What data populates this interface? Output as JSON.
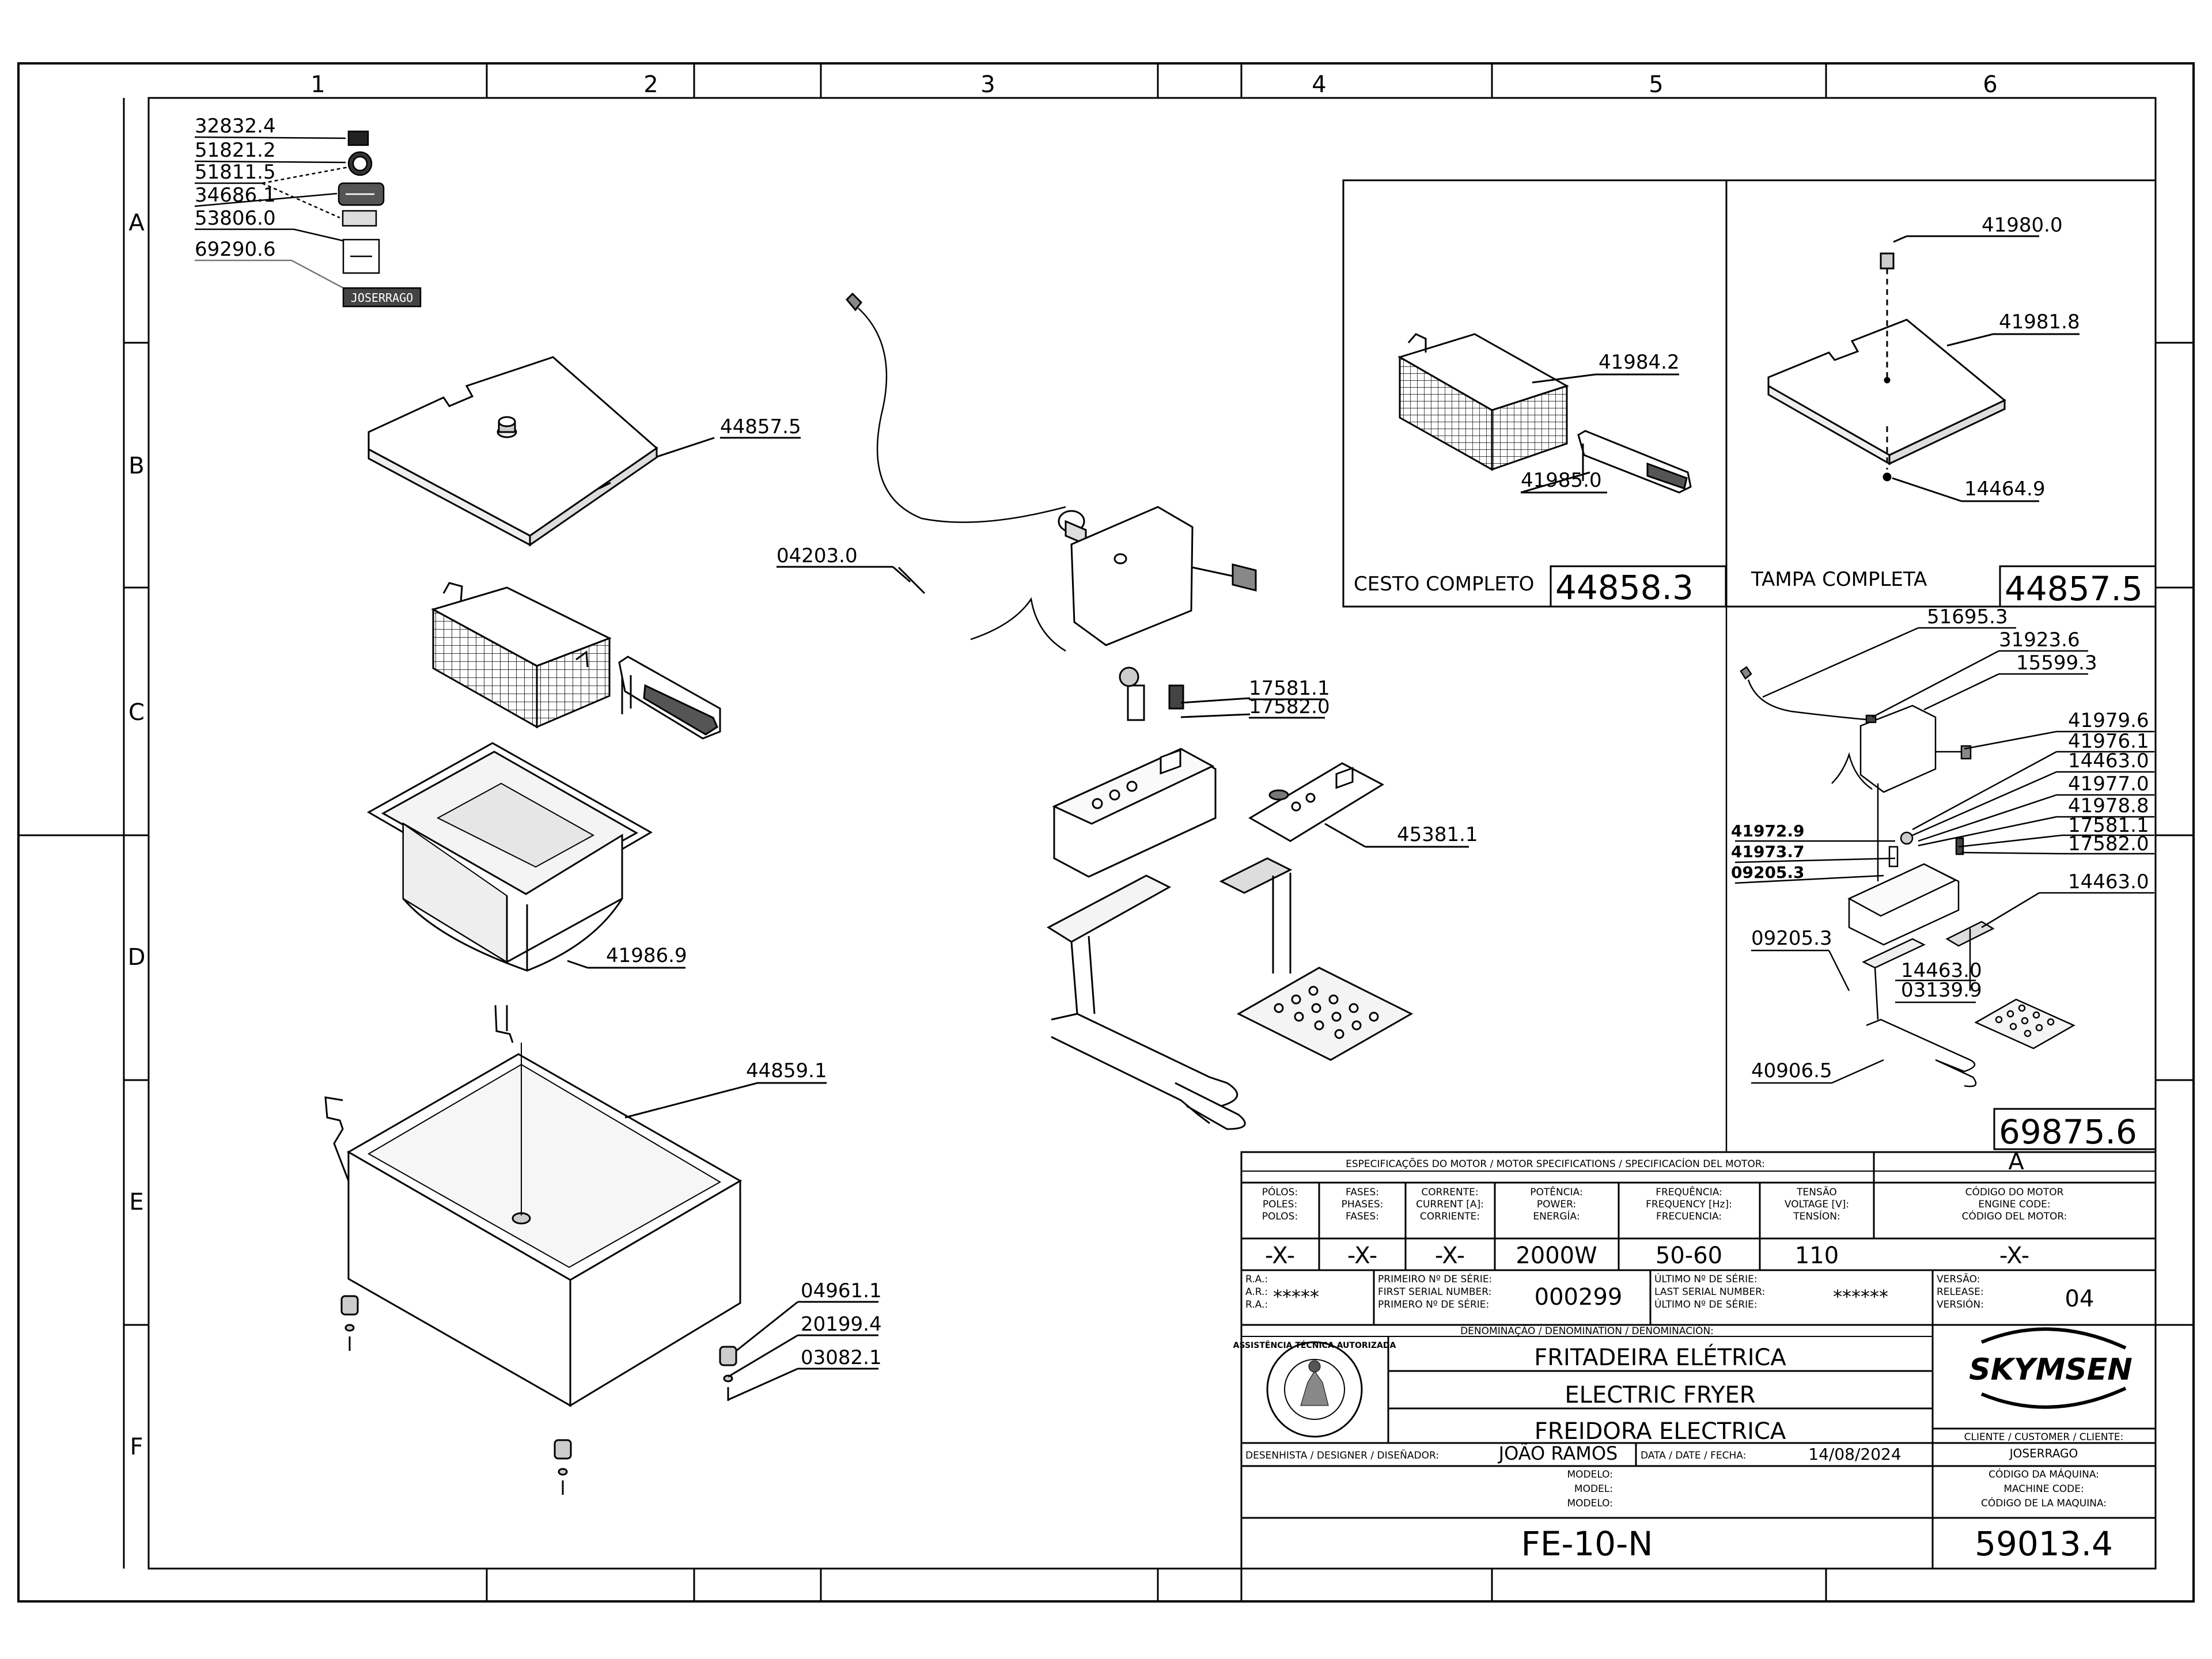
{
  "grid": {
    "columns": [
      "1",
      "2",
      "3",
      "4",
      "5",
      "6"
    ],
    "rows": [
      "A",
      "B",
      "C",
      "D",
      "E",
      "F"
    ]
  },
  "labels": {
    "p32832_4": "32832.4",
    "p51821_2": "51821.2",
    "p51811_5": "51811.5",
    "p34686_1": "34686.1",
    "p53806_0": "53806.0",
    "p69290_6": "69290.6",
    "joserrago_label": "JOSERRAGO",
    "p44857_5": "44857.5",
    "p04203_0": "04203.0",
    "p17581_1": "17581.1",
    "p17582_0": "17582.0",
    "p45381_1": "45381.1",
    "p41986_9": "41986.9",
    "p44859_1": "44859.1",
    "p04961_1": "04961.1",
    "p20199_4": "20199.4",
    "p03082_1": "03082.1"
  },
  "inset_basket": {
    "p41984_2": "41984.2",
    "p41985_0": "41985.0",
    "title": "CESTO COMPLETO",
    "code": "44858.3"
  },
  "inset_lid": {
    "p41980_0": "41980.0",
    "p41981_8": "41981.8",
    "p14464_9": "14464.9",
    "title": "TAMPA COMPLETA",
    "code": "44857.5"
  },
  "inset_right": {
    "p51695_3": "51695.3",
    "p31923_6": "31923.6",
    "p15599_3": "15599.3",
    "p41979_6": "41979.6",
    "p41976_1": "41976.1",
    "p14463_0a": "14463.0",
    "p41977_0": "41977.0",
    "p41978_8": "41978.8",
    "p17581_1": "17581.1",
    "p17582_0": "17582.0",
    "p14463_0b": "14463.0",
    "p41972_9": "41972.9",
    "p41973_7": "41973.7",
    "p09205_3a": "09205.3",
    "p09205_3b": "09205.3",
    "p14463_0c": "14463.0",
    "p03139_9": "03139.9",
    "p40906_5": "40906.5",
    "code": "69875.6"
  },
  "title_block": {
    "revision": "A",
    "motor_spec_header": "ESPECIFICAÇÕES DO MOTOR / MOTOR SPECIFICATIONS / SPECIFICACÍON DEL MOTOR:",
    "col_poles": [
      "PÓLOS:",
      "POLES:",
      "POLOS:"
    ],
    "col_phases": [
      "FASES:",
      "PHASES:",
      "FASES:"
    ],
    "col_current": [
      "CORRENTE:",
      "CURRENT [A]:",
      "CORRIENTE:"
    ],
    "col_power": [
      "POTÊNCIA:",
      "POWER:",
      "ENERGÍA:"
    ],
    "col_frequency": [
      "FREQUÊNCIA:",
      "FREQUENCY [Hz]:",
      "FRECUENCIA:"
    ],
    "col_voltage": [
      "TENSÃO",
      "VOLTAGE [V]:",
      "TENSÍON:"
    ],
    "col_engine": [
      "CÓDIGO DO MOTOR",
      "ENGINE CODE:",
      "CÓDIGO DEL MOTOR:"
    ],
    "val_poles": "-X-",
    "val_phases": "-X-",
    "val_current": "-X-",
    "val_power": "2000W",
    "val_frequency": "50-60",
    "val_voltage": "110",
    "val_engine": "-X-",
    "ra_labels": [
      "R.A.:",
      "A.R.:",
      "R.A.:"
    ],
    "ra_value": "*****",
    "first_serial_labels": [
      "PRIMEIRO Nº DE SÉRIE:",
      "FIRST SERIAL NUMBER:",
      "PRIMERO Nº DE SÉRIE:"
    ],
    "first_serial": "000299",
    "last_serial_labels": [
      "ÚLTIMO Nº DE SÉRIE:",
      "LAST SERIAL NUMBER:",
      "ÚLTIMO Nº DE SÉRIE:"
    ],
    "last_serial": "******",
    "version_labels": [
      "VERSÃO:",
      "RELEASE:",
      "VERSIÓN:"
    ],
    "version": "04",
    "denomination_header": "DENOMINAÇÃO / DENOMINATION / DENOMINACIÓN:",
    "name_pt": "FRITADEIRA ELÉTRICA",
    "name_en": "ELECTRIC FRYER",
    "name_es": "FREIDORA ELECTRICA",
    "brand": "SKYMSEN",
    "seal_text": "ASSISTÊNCIA TÉCNICA AUTORIZADA",
    "client_label": "CLIENTE / CUSTOMER / CLIENTE:",
    "client": "JOSERRAGO",
    "designer_label": "DESENHISTA / DESIGNER / DISEÑADOR:",
    "designer": "JOÃO RAMOS",
    "date_label": "DATA / DATE / FECHA:",
    "date": "14/08/2024",
    "model_labels": [
      "MODELO:",
      "MODEL:",
      "MODELO:"
    ],
    "machine_code_labels": [
      "CÓDIGO DA MÁQUINA:",
      "MACHINE CODE:",
      "CÓDIGO DE LA MAQUINA:"
    ],
    "model": "FE-10-N",
    "machine_code": "59013.4"
  }
}
